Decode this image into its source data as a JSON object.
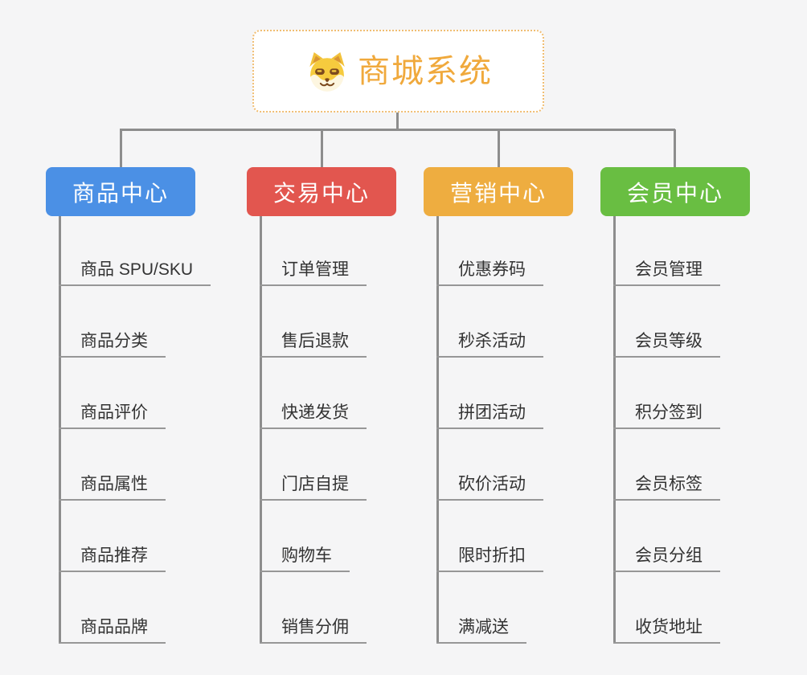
{
  "canvas": {
    "background": "#f5f5f6",
    "line_color": "#8d8d8d"
  },
  "root": {
    "title": "商城系统",
    "icon": "dog-face-icon",
    "accent_color": "#f0a93c",
    "border_color": "#f0bd72"
  },
  "branches": [
    {
      "label": "商品中心",
      "color": "#4b90e5",
      "items": [
        "商品 SPU/SKU",
        "商品分类",
        "商品评价",
        "商品属性",
        "商品推荐",
        "商品品牌"
      ]
    },
    {
      "label": "交易中心",
      "color": "#e2564f",
      "items": [
        "订单管理",
        "售后退款",
        "快递发货",
        "门店自提",
        "购物车",
        "销售分佣"
      ]
    },
    {
      "label": "营销中心",
      "color": "#eead40",
      "items": [
        "优惠券码",
        "秒杀活动",
        "拼团活动",
        "砍价活动",
        "限时折扣",
        "满减送"
      ]
    },
    {
      "label": "会员中心",
      "color": "#69be42",
      "items": [
        "会员管理",
        "会员等级",
        "积分签到",
        "会员标签",
        "会员分组",
        "收货地址"
      ]
    }
  ]
}
